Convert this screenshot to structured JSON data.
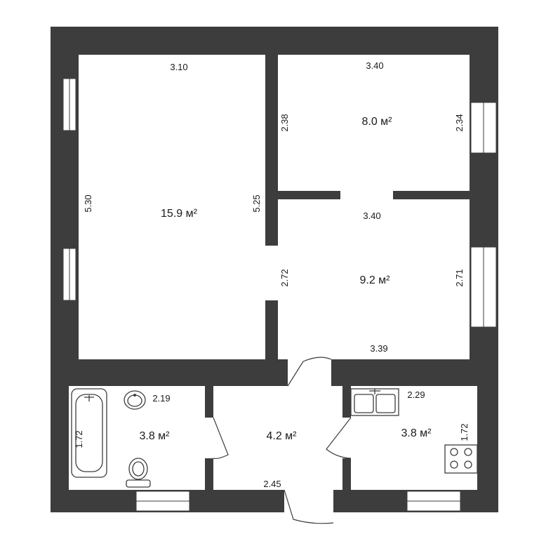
{
  "rooms": [
    {
      "id": "living",
      "area": "15.9 м²",
      "dims": [
        "3.10",
        "5.30",
        "5.25"
      ]
    },
    {
      "id": "bedroom-top",
      "area": "8.0 м²",
      "dims": [
        "3.40",
        "2.38",
        "2.34"
      ]
    },
    {
      "id": "bedroom-mid",
      "area": "9.2 м²",
      "dims": [
        "3.40",
        "2.72",
        "2.71",
        "3.39"
      ]
    },
    {
      "id": "bathroom",
      "area": "3.8 м²",
      "dims": [
        "2.19",
        "1.72"
      ]
    },
    {
      "id": "hall",
      "area": "4.2 м²",
      "dims": [
        "2.45"
      ]
    },
    {
      "id": "kitchen",
      "area": "3.8 м²",
      "dims": [
        "2.29",
        "1.72"
      ]
    }
  ],
  "colors": {
    "wall": "#3d3d3d",
    "floor": "#ffffff"
  },
  "fixtures": [
    "bathtub-icon",
    "sink-icon",
    "toilet-icon",
    "kitchen-sink-icon",
    "stove-icon"
  ]
}
